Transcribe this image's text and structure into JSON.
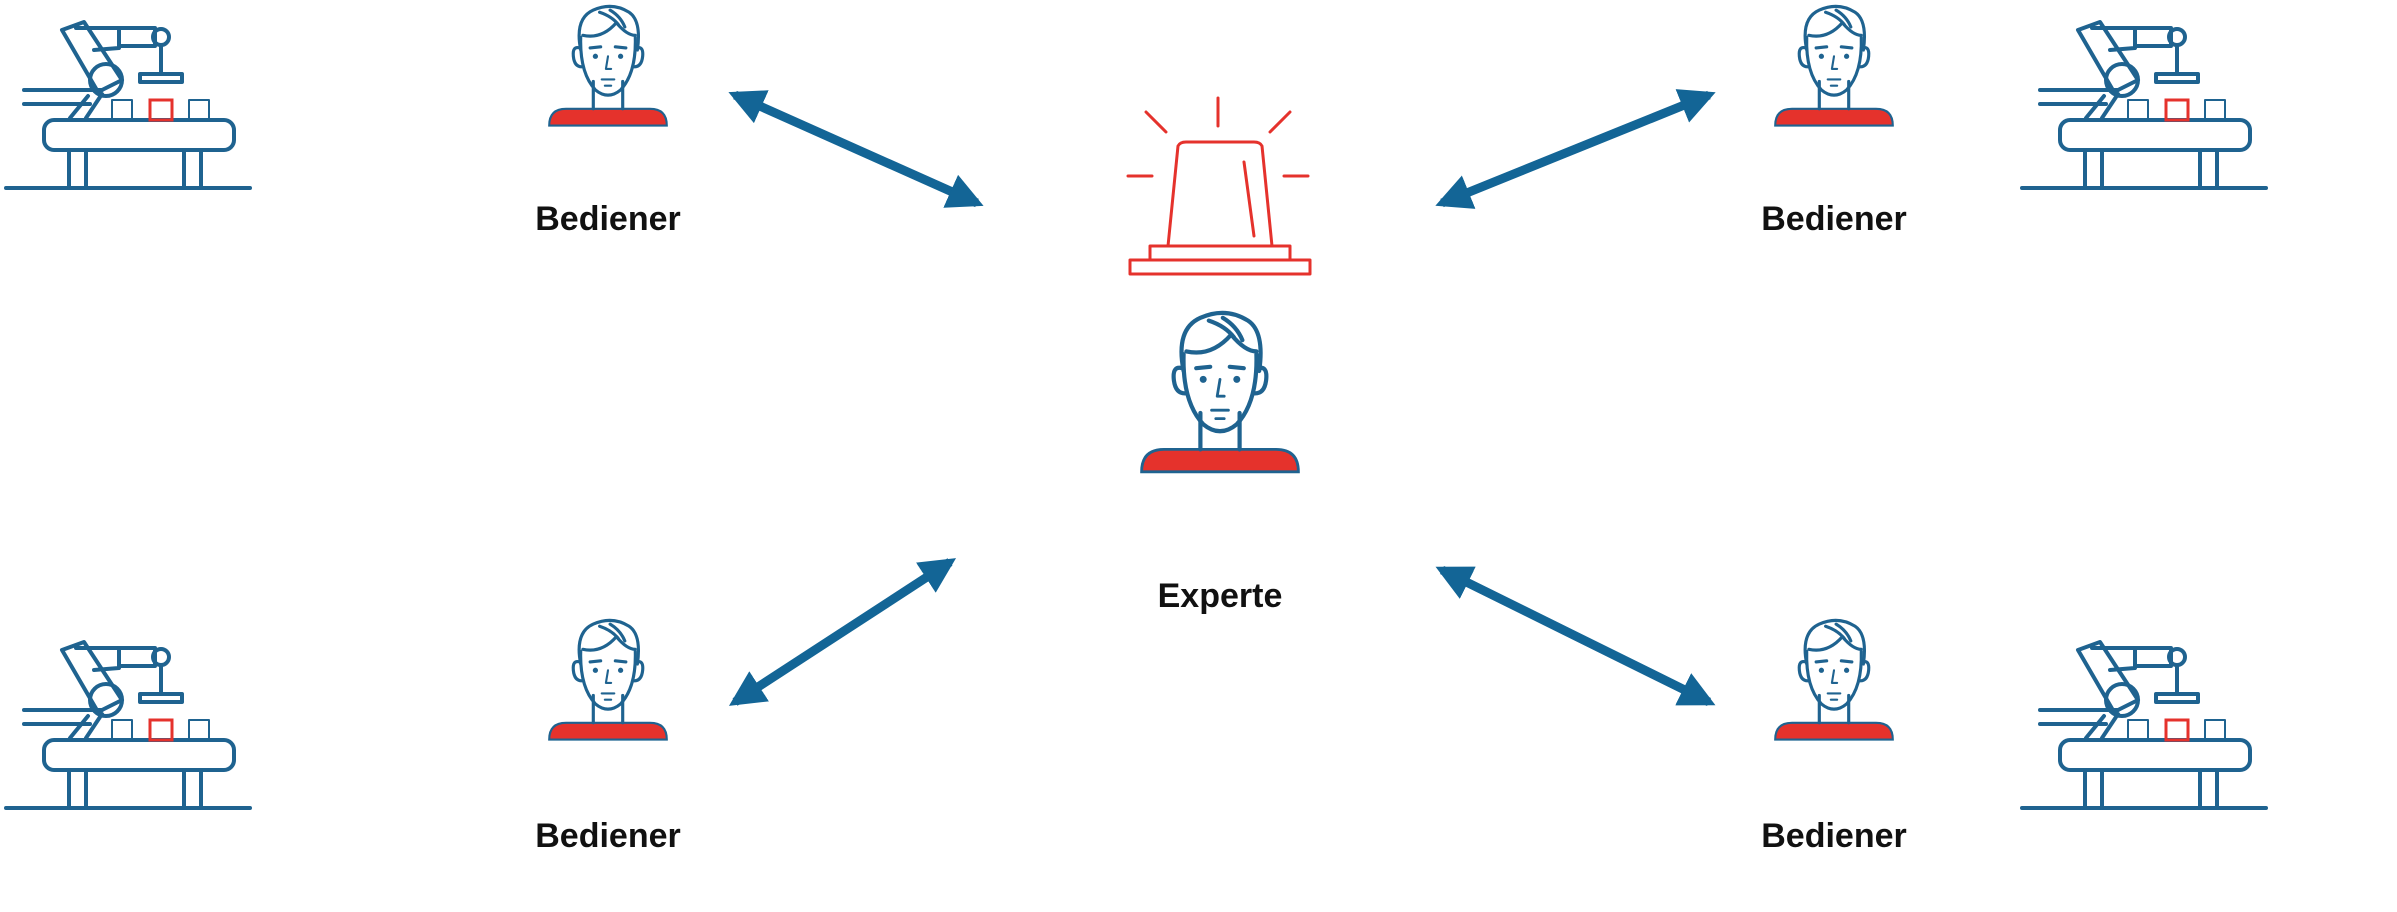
{
  "colors": {
    "line": "#1f6390",
    "arrow": "#136596",
    "alert": "#e5322c",
    "text": "#111111"
  },
  "center": {
    "icon": "alarm-beacon-icon",
    "label": "Experte"
  },
  "operators": [
    {
      "label": "Bediener"
    },
    {
      "label": "Bediener"
    },
    {
      "label": "Bediener"
    },
    {
      "label": "Bediener"
    }
  ],
  "machines": [
    {
      "icon": "robot-arm-conveyor-icon"
    },
    {
      "icon": "robot-arm-conveyor-icon"
    },
    {
      "icon": "robot-arm-conveyor-icon"
    },
    {
      "icon": "robot-arm-conveyor-icon"
    }
  ]
}
